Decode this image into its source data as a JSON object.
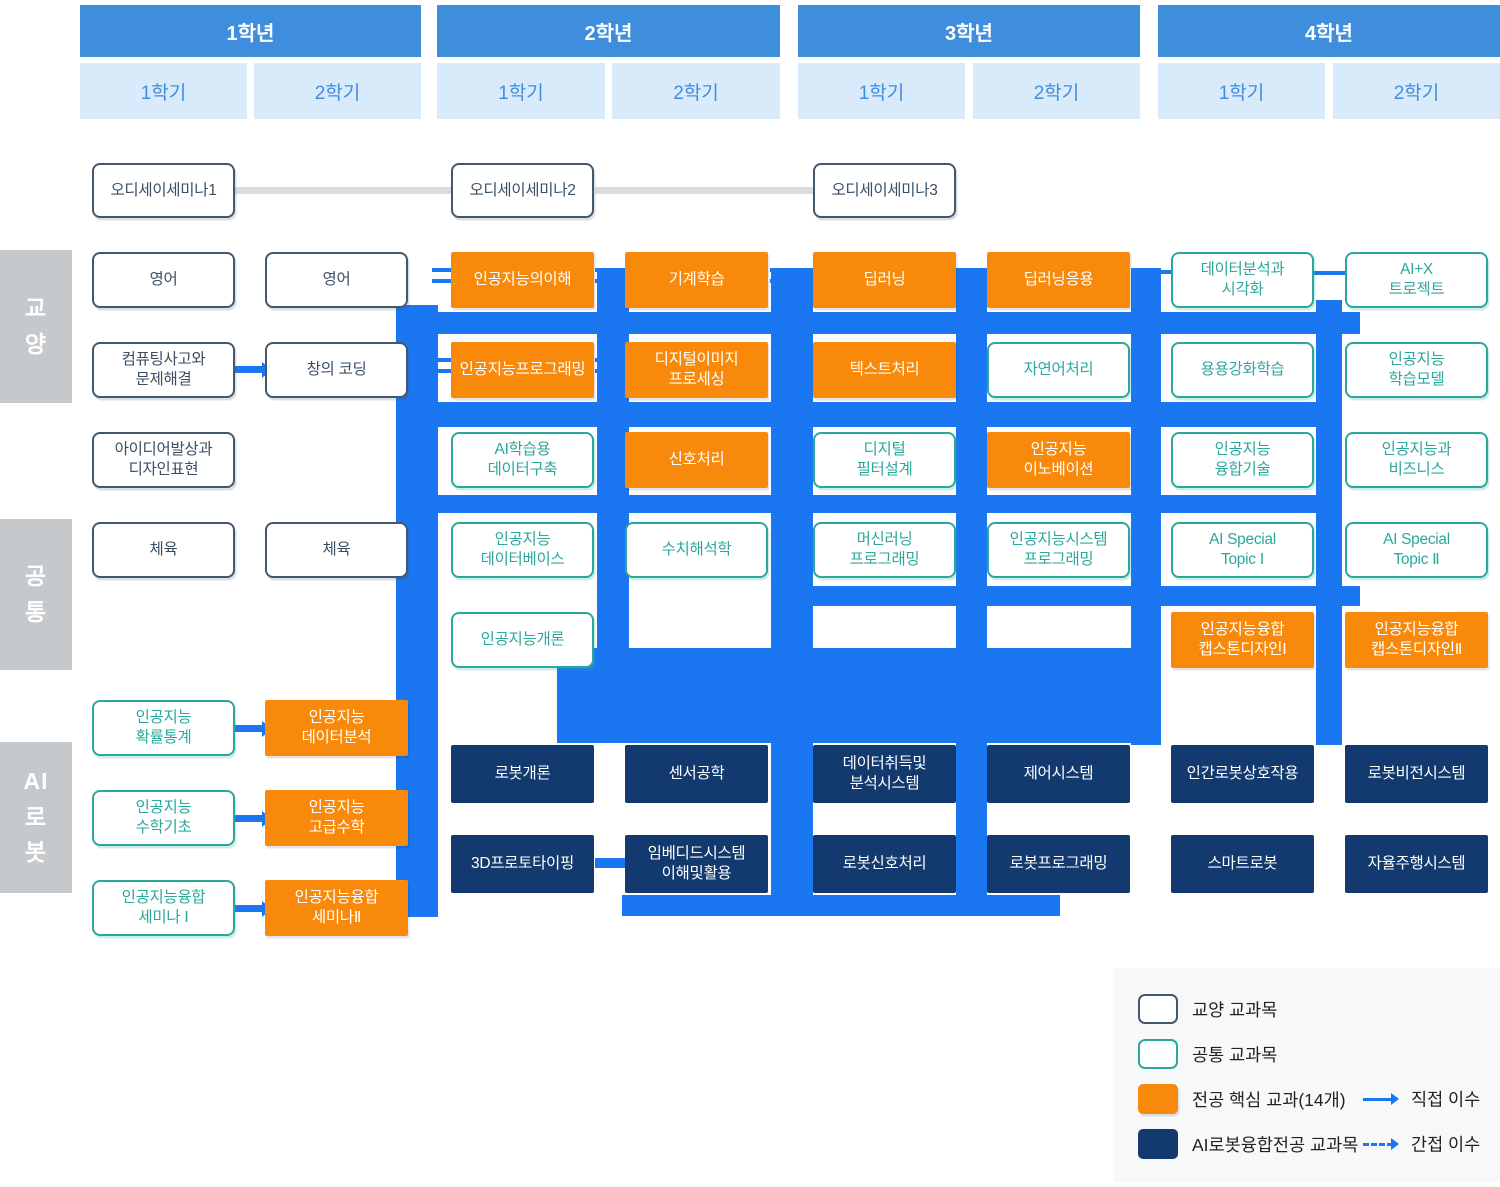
{
  "header": {
    "years": [
      {
        "label": "1학년",
        "semesters": [
          "1학기",
          "2학기"
        ]
      },
      {
        "label": "2학년",
        "semesters": [
          "1학기",
          "2학기"
        ]
      },
      {
        "label": "3학년",
        "semesters": [
          "1학기",
          "2학기"
        ]
      },
      {
        "label": "4학년",
        "semesters": [
          "1학기",
          "2학기"
        ]
      }
    ]
  },
  "sidebar": {
    "sections": [
      {
        "text": "교\n양"
      },
      {
        "text": "공\n통"
      },
      {
        "text": "AI\n로\n봇"
      }
    ]
  },
  "odyssey": [
    {
      "label": "오디세이세미나1",
      "col": 1
    },
    {
      "label": "오디세이세미나2",
      "col": 3
    },
    {
      "label": "오디세이세미나3",
      "col": 5
    }
  ],
  "courses": [
    {
      "label": "영어",
      "type": "gen",
      "col": 1,
      "row": "a"
    },
    {
      "label": "영어",
      "type": "gen",
      "col": 2,
      "row": "a"
    },
    {
      "label": "인공지능의이해",
      "type": "core",
      "col": 3,
      "row": "a"
    },
    {
      "label": "기계학습",
      "type": "core",
      "col": 4,
      "row": "a"
    },
    {
      "label": "딥러닝",
      "type": "core",
      "col": 5,
      "row": "a"
    },
    {
      "label": "딥러닝응용",
      "type": "core",
      "col": 6,
      "row": "a"
    },
    {
      "label": "데이터분석과\n시각화",
      "type": "common",
      "col": 7,
      "row": "a"
    },
    {
      "label": "AI+X\n트로젝트",
      "type": "common",
      "col": 8,
      "row": "a"
    },
    {
      "label": "컴퓨팅사고와\n문제해결",
      "type": "gen",
      "col": 1,
      "row": "b"
    },
    {
      "label": "창의 코딩",
      "type": "gen",
      "col": 2,
      "row": "b"
    },
    {
      "label": "인공지능프로그래밍",
      "type": "core",
      "col": 3,
      "row": "b"
    },
    {
      "label": "디지털이미지\n프로세싱",
      "type": "core",
      "col": 4,
      "row": "b"
    },
    {
      "label": "텍스트처리",
      "type": "core",
      "col": 5,
      "row": "b"
    },
    {
      "label": "자연어처리",
      "type": "common",
      "col": 6,
      "row": "b"
    },
    {
      "label": "용용강화학습",
      "type": "common",
      "col": 7,
      "row": "b"
    },
    {
      "label": "인공지능\n학습모델",
      "type": "common",
      "col": 8,
      "row": "b"
    },
    {
      "label": "아이디어발상과\n디자인표현",
      "type": "gen",
      "col": 1,
      "row": "c"
    },
    {
      "label": "AI학습용\n데이터구축",
      "type": "common",
      "col": 3,
      "row": "c"
    },
    {
      "label": "신호처리",
      "type": "core",
      "col": 4,
      "row": "c"
    },
    {
      "label": "디지털\n필터설계",
      "type": "common",
      "col": 5,
      "row": "c"
    },
    {
      "label": "인공지능\n이노베이션",
      "type": "core",
      "col": 6,
      "row": "c"
    },
    {
      "label": "인공지능\n융합기술",
      "type": "common",
      "col": 7,
      "row": "c"
    },
    {
      "label": "인공지능과\n비즈니스",
      "type": "common",
      "col": 8,
      "row": "c"
    },
    {
      "label": "체육",
      "type": "gen",
      "col": 1,
      "row": "d"
    },
    {
      "label": "체육",
      "type": "gen",
      "col": 2,
      "row": "d"
    },
    {
      "label": "인공지능\n데이터베이스",
      "type": "common",
      "col": 3,
      "row": "d"
    },
    {
      "label": "수치해석학",
      "type": "common",
      "col": 4,
      "row": "d"
    },
    {
      "label": "머신러닝\n프로그래밍",
      "type": "common",
      "col": 5,
      "row": "d"
    },
    {
      "label": "인공지능시스템\n프로그래밍",
      "type": "common",
      "col": 6,
      "row": "d"
    },
    {
      "label": "AI Special\nTopic Ⅰ",
      "type": "common",
      "col": 7,
      "row": "d"
    },
    {
      "label": "AI Special\nTopic Ⅱ",
      "type": "common",
      "col": 8,
      "row": "d"
    },
    {
      "label": "인공지능개론",
      "type": "common",
      "col": 3,
      "row": "e"
    },
    {
      "label": "인공지능융합\n캡스톤디자인Ⅰ",
      "type": "core",
      "col": 7,
      "row": "e"
    },
    {
      "label": "인공지능융합\n캡스톤디자인Ⅱ",
      "type": "core",
      "col": 8,
      "row": "e"
    },
    {
      "label": "인공지능\n확률통계",
      "type": "common",
      "col": 1,
      "row": "f"
    },
    {
      "label": "인공지능\n데이터분석",
      "type": "core",
      "col": 2,
      "row": "f"
    },
    {
      "label": "로봇개론",
      "type": "robot",
      "col": 3,
      "row": "fn"
    },
    {
      "label": "센서공학",
      "type": "robot",
      "col": 4,
      "row": "fn"
    },
    {
      "label": "데이터취득및\n분석시스템",
      "type": "robot",
      "col": 5,
      "row": "fn"
    },
    {
      "label": "제어시스템",
      "type": "robot",
      "col": 6,
      "row": "fn"
    },
    {
      "label": "인간로봇상호작용",
      "type": "robot",
      "col": 7,
      "row": "fn"
    },
    {
      "label": "로봇비전시스템",
      "type": "robot",
      "col": 8,
      "row": "fn"
    },
    {
      "label": "인공지능\n수학기초",
      "type": "common",
      "col": 1,
      "row": "g"
    },
    {
      "label": "인공지능\n고급수학",
      "type": "core",
      "col": 2,
      "row": "g"
    },
    {
      "label": "3D프로토타이핑",
      "type": "robot",
      "col": 3,
      "row": "gn"
    },
    {
      "label": "임베디드시스템\n이해및활용",
      "type": "robot",
      "col": 4,
      "row": "gn"
    },
    {
      "label": "로봇신호처리",
      "type": "robot",
      "col": 5,
      "row": "gn"
    },
    {
      "label": "로봇프로그래밍",
      "type": "robot",
      "col": 6,
      "row": "gn"
    },
    {
      "label": "스마트로봇",
      "type": "robot",
      "col": 7,
      "row": "gn"
    },
    {
      "label": "자율주행시스템",
      "type": "robot",
      "col": 8,
      "row": "gn"
    },
    {
      "label": "인공지능융합\n세미나 Ⅰ",
      "type": "common",
      "col": 1,
      "row": "h"
    },
    {
      "label": "인공지능융합\n세미나Ⅱ",
      "type": "core",
      "col": 2,
      "row": "h"
    }
  ],
  "legend": {
    "items": [
      {
        "type": "gen",
        "label": "교양 교과목"
      },
      {
        "type": "common",
        "label": "공통 교과목"
      },
      {
        "type": "core",
        "label": "전공 핵심 교과(14개)"
      },
      {
        "type": "robot",
        "label": "AI로봇융합전공 교과목"
      }
    ],
    "arrows": [
      {
        "style": "solid",
        "label": "직접 이수"
      },
      {
        "style": "dashed",
        "label": "간접 이수"
      }
    ]
  },
  "colors": {
    "year_header": "#3F8EDE",
    "semester_bg": "#D9EAFB",
    "wire_blue": "#1B76F2",
    "core_orange": "#F8890B",
    "robot_navy": "#133A6E",
    "common_teal": "#2BA89B",
    "gen_slate": "#42586E",
    "sidebar_gray": "#C6C9CC"
  }
}
